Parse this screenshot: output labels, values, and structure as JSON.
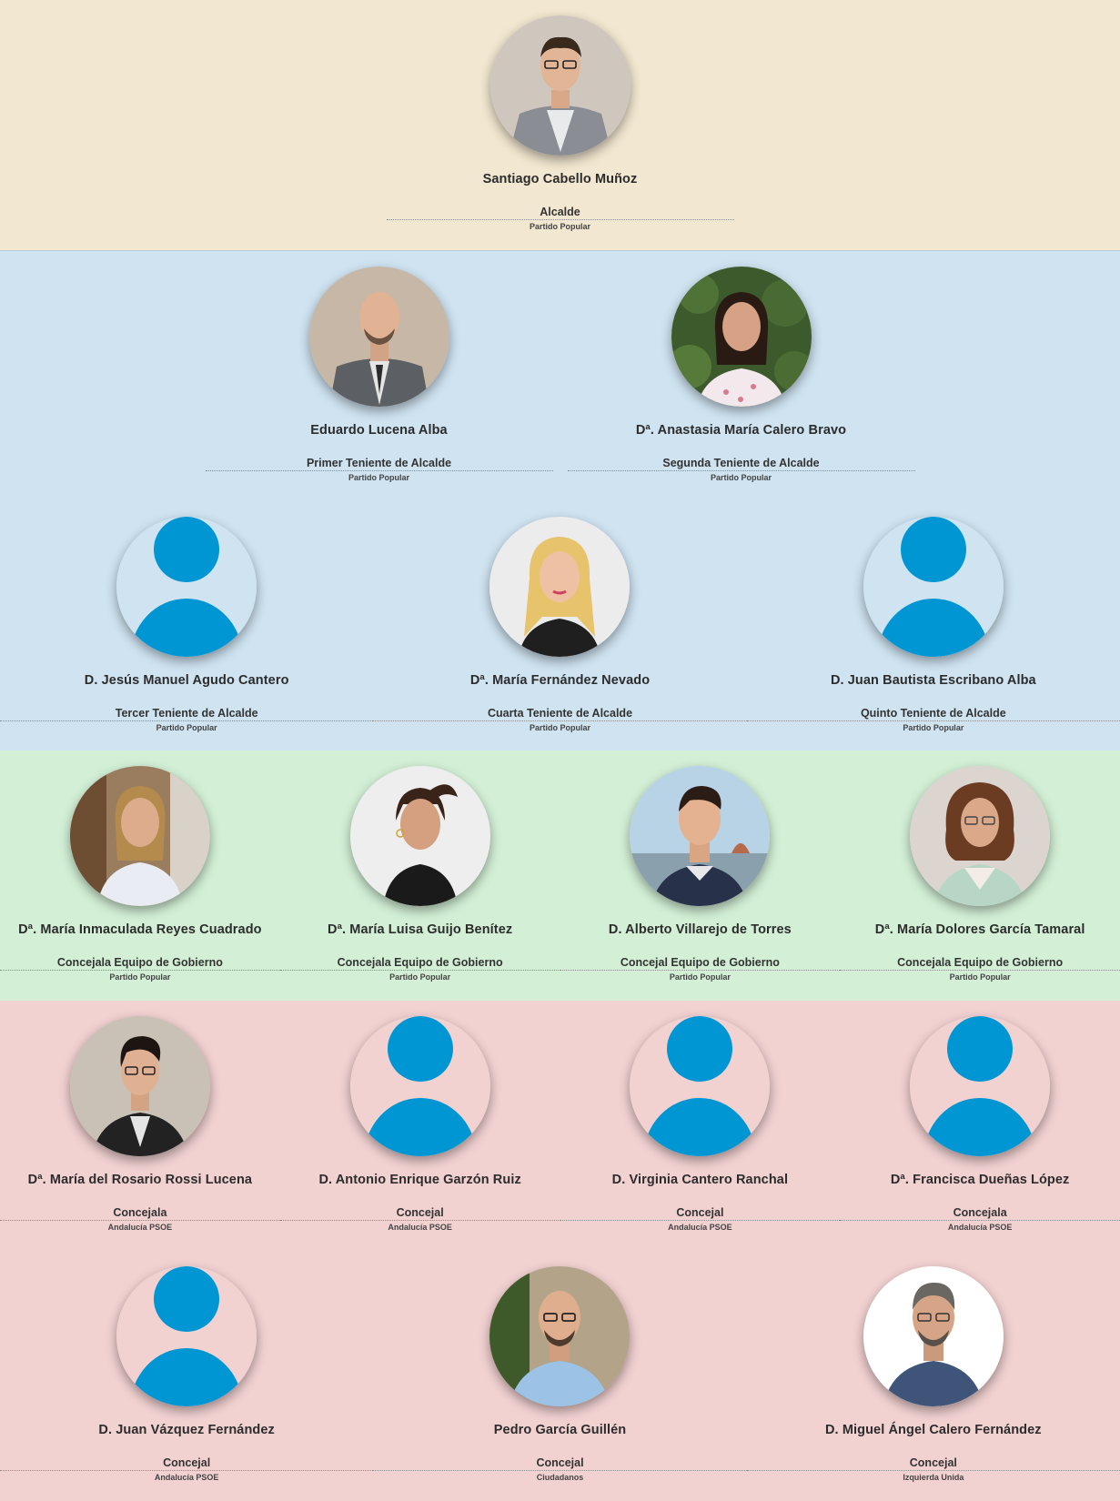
{
  "sections": {
    "mayor": [
      {
        "name": "Santiago Cabello Muñoz",
        "role": "Alcalde",
        "party": "Partido Popular",
        "photo": "man-suit-glasses"
      }
    ],
    "tenientes_row1": [
      {
        "name": "Eduardo Lucena Alba",
        "role": "Primer Teniente de Alcalde",
        "party": "Partido Popular",
        "photo": "man-suit-bald"
      },
      {
        "name": "Dª. Anastasia María Calero Bravo",
        "role": "Segunda Teniente de Alcalde",
        "party": "Partido Popular",
        "photo": "woman-greenery"
      }
    ],
    "tenientes_row2": [
      {
        "name": "D. Jesús Manuel Agudo Cantero",
        "role": "Tercer Teniente de Alcalde",
        "party": "Partido Popular",
        "photo": "placeholder"
      },
      {
        "name": "Dª. María Fernández Nevado",
        "role": "Cuarta Teniente de Alcalde",
        "party": "Partido Popular",
        "photo": "woman-blonde"
      },
      {
        "name": "D. Juan Bautista Escribano Alba",
        "role": "Quinto Teniente de Alcalde",
        "party": "Partido Popular",
        "photo": "placeholder"
      }
    ],
    "gobierno": [
      {
        "name": "Dª. María Inmaculada Reyes Cuadrado",
        "role": "Concejala Equipo de Gobierno",
        "party": "Partido Popular",
        "photo": "woman-office"
      },
      {
        "name": "Dª. María Luisa Guijo Benítez",
        "role": "Concejala Equipo de Gobierno",
        "party": "Partido Popular",
        "photo": "woman-ponytail"
      },
      {
        "name": "D. Alberto Villarejo de Torres",
        "role": "Concejal Equipo de Gobierno",
        "party": "Partido Popular",
        "photo": "young-man-city"
      },
      {
        "name": "Dª. María Dolores García Tamaral",
        "role": "Concejala Equipo de Gobierno",
        "party": "Partido Popular",
        "photo": "woman-curly-glasses"
      }
    ],
    "oposicion_row1": [
      {
        "name": "Dª. María del Rosario Rossi Lucena",
        "role": "Concejala",
        "party": "Andalucía PSOE",
        "photo": "woman-short-hair"
      },
      {
        "name": "D. Antonio Enrique Garzón Ruiz",
        "role": "Concejal",
        "party": "Andalucía PSOE",
        "photo": "placeholder"
      },
      {
        "name": "D. Virginia Cantero Ranchal",
        "role": "Concejal",
        "party": "Andalucía PSOE",
        "photo": "placeholder"
      },
      {
        "name": "Dª. Francisca Dueñas López",
        "role": "Concejala",
        "party": "Andalucía PSOE",
        "photo": "placeholder"
      }
    ],
    "oposicion_row2": [
      {
        "name": "D. Juan Vázquez Fernández",
        "role": "Concejal",
        "party": "Andalucía PSOE",
        "photo": "placeholder"
      },
      {
        "name": "Pedro García Guillén",
        "role": "Concejal",
        "party": "Ciudadanos",
        "photo": "man-bald-glasses"
      },
      {
        "name": "D. Miguel Ángel Calero Fernández",
        "role": "Concejal",
        "party": "Izquierda Unida",
        "photo": "man-grey-hair"
      }
    ]
  },
  "colors": {
    "mayor_bg": "#f2e7d0",
    "tenientes_bg": "#cfe3f1",
    "gobierno_bg": "#d3f0d6",
    "oposicion_bg": "#f2d1d1",
    "avatar_blue": "#0095d3"
  }
}
